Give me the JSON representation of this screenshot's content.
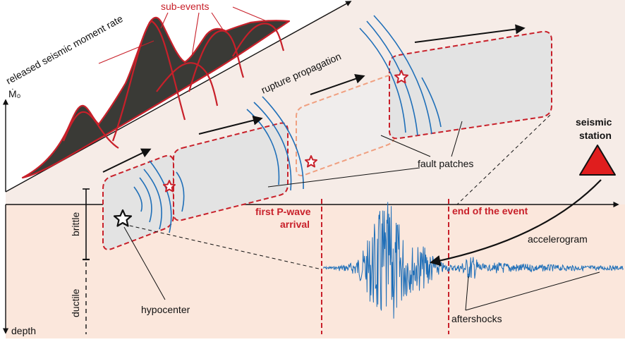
{
  "labels": {
    "sub_events": "sub-events",
    "moment_rate": "released seismic moment rate",
    "m0": "Ṁ₀",
    "rupture_propagation": "rupture propagation",
    "seismic_station_line1": "seismic",
    "seismic_station_line2": "station",
    "fault_patches": "fault patches",
    "first_p_wave_line1": "first P-wave",
    "first_p_wave_line2": "arrival",
    "end_of_event": "end of the event",
    "accelerogram": "accelerogram",
    "brittle": "brittle",
    "ductile": "ductile",
    "hypocenter": "hypocenter",
    "aftershocks": "aftershocks",
    "depth": "depth"
  },
  "colors": {
    "red": "#c8202a",
    "blue": "#1f6fb8",
    "dark_fill": "#3a3a36",
    "background_upper": "#f6ece7",
    "background_lower": "#fbe7dc",
    "patch_fill": "#e3e3e3"
  },
  "icons": {
    "hypocenter": "star-icon",
    "sub_event": "star-icon",
    "station": "triangle-icon"
  }
}
